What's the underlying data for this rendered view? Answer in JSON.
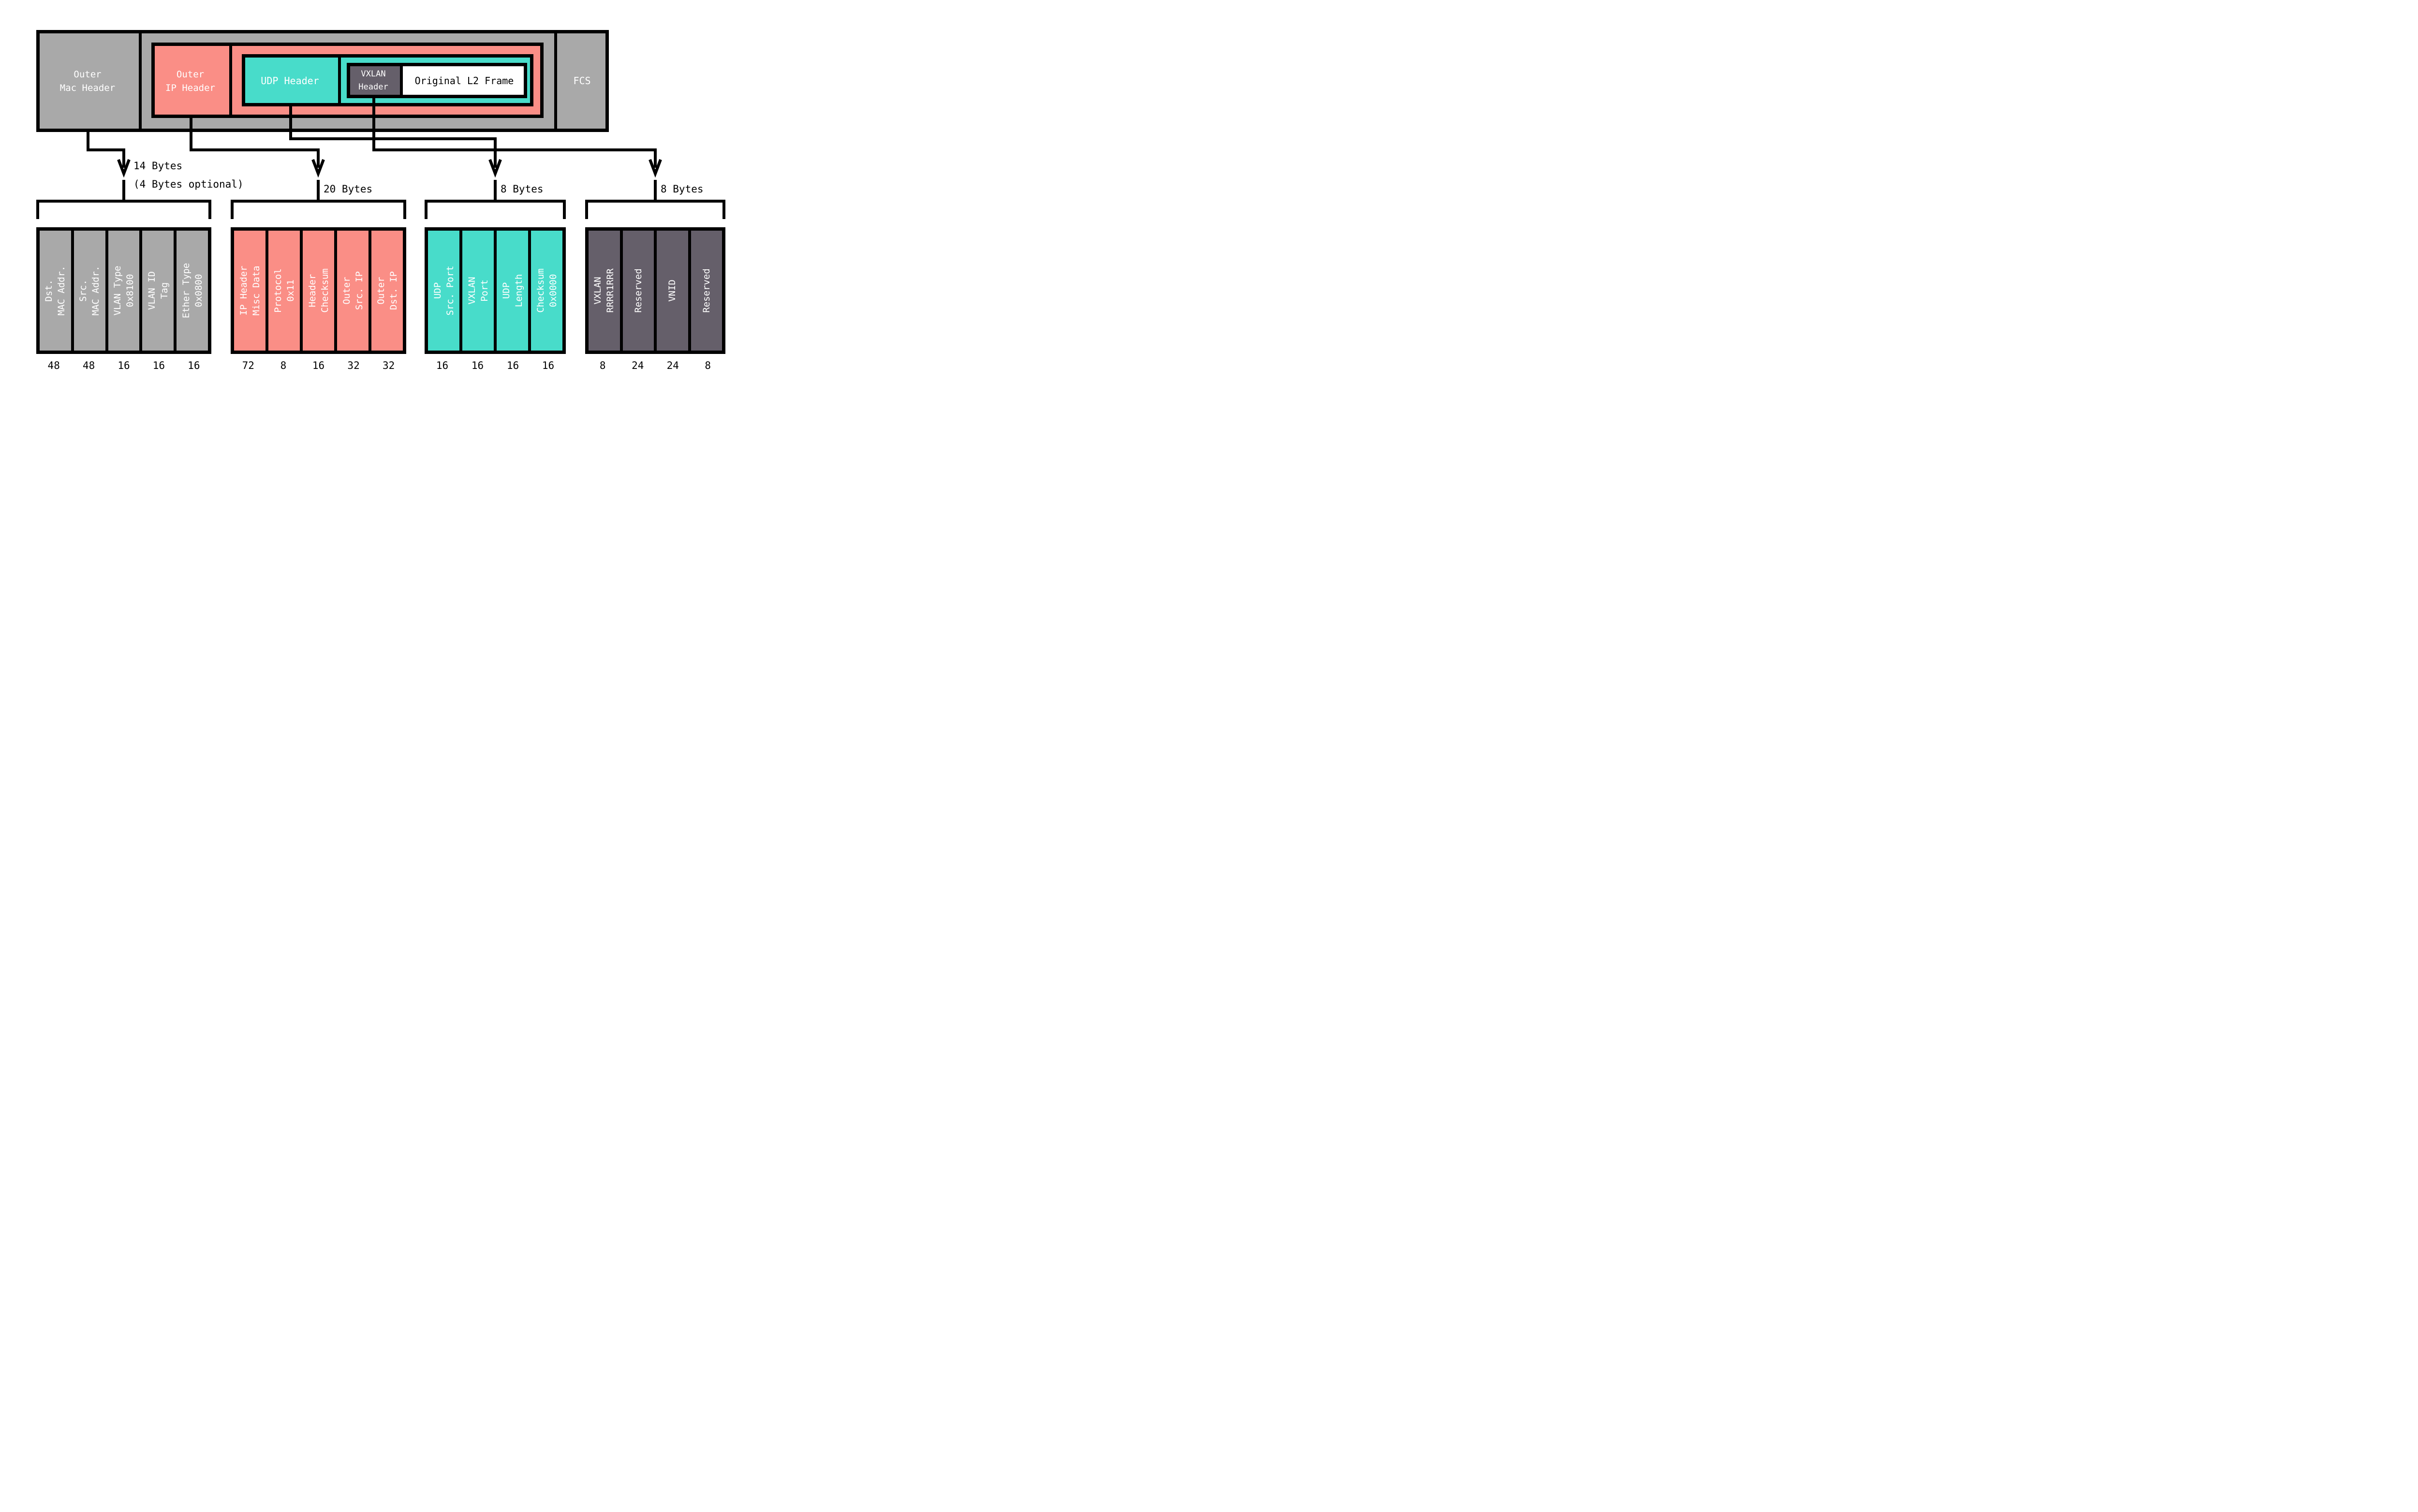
{
  "packet": {
    "outer_mac": "Outer\nMac Header",
    "outer_ip": "Outer\nIP Header",
    "udp": "UDP Header",
    "vxlan": "VXLAN\nHeader",
    "l2": "Original L2 Frame",
    "fcs": "FCS"
  },
  "annotations": {
    "mac_bytes": "14 Bytes",
    "mac_optional": "(4 Bytes optional)",
    "ip_bytes": "20 Bytes",
    "udp_bytes": "8 Bytes",
    "vxlan_bytes": "8 Bytes"
  },
  "colors": {
    "gray": "#a9a9a9",
    "salmon": "#fa8e86",
    "teal": "#48dcca",
    "dark_purple_gray": "#655f6a",
    "line": "#000000",
    "text_light": "#ffffff",
    "text_dark": "#000000"
  },
  "tables": [
    {
      "name": "outer-mac-header-fields",
      "cells": [
        {
          "label": "Dst.\nMAC Addr.",
          "bits": "48"
        },
        {
          "label": "Src.\nMAC Addr.",
          "bits": "48"
        },
        {
          "label": "VLAN Type\n0x8100",
          "bits": "16"
        },
        {
          "label": "VLAN ID\nTag",
          "bits": "16"
        },
        {
          "label": "Ether Type\n0x0800",
          "bits": "16"
        }
      ]
    },
    {
      "name": "outer-ip-header-fields",
      "cells": [
        {
          "label": "IP Header\nMisc Data",
          "bits": "72"
        },
        {
          "label": "Protocol\n0x11",
          "bits": "8"
        },
        {
          "label": "Header\nChecksum",
          "bits": "16"
        },
        {
          "label": "Outer\nSrc. IP",
          "bits": "32"
        },
        {
          "label": "Outer\nDst. IP",
          "bits": "32"
        }
      ]
    },
    {
      "name": "udp-header-fields",
      "cells": [
        {
          "label": "UDP\nSrc. Port",
          "bits": "16"
        },
        {
          "label": "VXLAN\nPort",
          "bits": "16"
        },
        {
          "label": "UDP\nLength",
          "bits": "16"
        },
        {
          "label": "Checksum\n0x0000",
          "bits": "16"
        }
      ]
    },
    {
      "name": "vxlan-header-fields",
      "cells": [
        {
          "label": "VXLAN\nRRRR1RRR",
          "bits": "8"
        },
        {
          "label": "Reserved",
          "bits": "24"
        },
        {
          "label": "VNID",
          "bits": "24"
        },
        {
          "label": "Reserved",
          "bits": "8"
        }
      ]
    }
  ]
}
